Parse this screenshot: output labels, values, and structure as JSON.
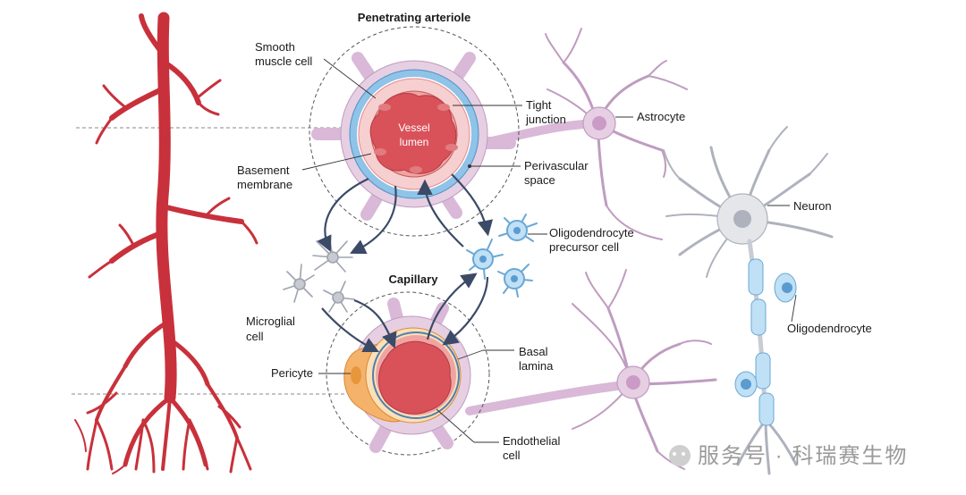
{
  "colors": {
    "artery": "#c8313b",
    "astrocyte": "#e6cfe2",
    "astrocyte_stroke": "#bf9cc0",
    "lumen": "#d9525a",
    "endothelium": "#f0a4a2",
    "smooth_muscle": "#f6cfd0",
    "basement_membrane": "#8fc3e8",
    "pericyte": "#f5b26a",
    "neuron": "#c9ccd4",
    "opc": "#8fc3e8",
    "microglia": "#9ea3ae",
    "arrow": "#3b4a66"
  },
  "titles": {
    "arteriole": "Penetrating arteriole",
    "capillary": "Capillary"
  },
  "labels": {
    "smooth_muscle_1": "Smooth",
    "smooth_muscle_2": "muscle cell",
    "vessel_lumen_1": "Vessel",
    "vessel_lumen_2": "lumen",
    "tight_junction_1": "Tight",
    "tight_junction_2": "junction",
    "astrocyte": "Astrocyte",
    "basement_membrane_1": "Basement",
    "basement_membrane_2": "membrane",
    "perivascular_1": "Perivascular",
    "perivascular_2": "space",
    "neuron": "Neuron",
    "opc_1": "Oligodendrocyte",
    "opc_2": "precursor cell",
    "microglial_1": "Microglial",
    "microglial_2": "cell",
    "oligodendrocyte": "Oligodendrocyte",
    "pericyte": "Pericyte",
    "basal_lamina_1": "Basal",
    "basal_lamina_2": "lamina",
    "endothelial_1": "Endothelial",
    "endothelial_2": "cell"
  },
  "watermark": "服务号 · 科瑞赛生物"
}
